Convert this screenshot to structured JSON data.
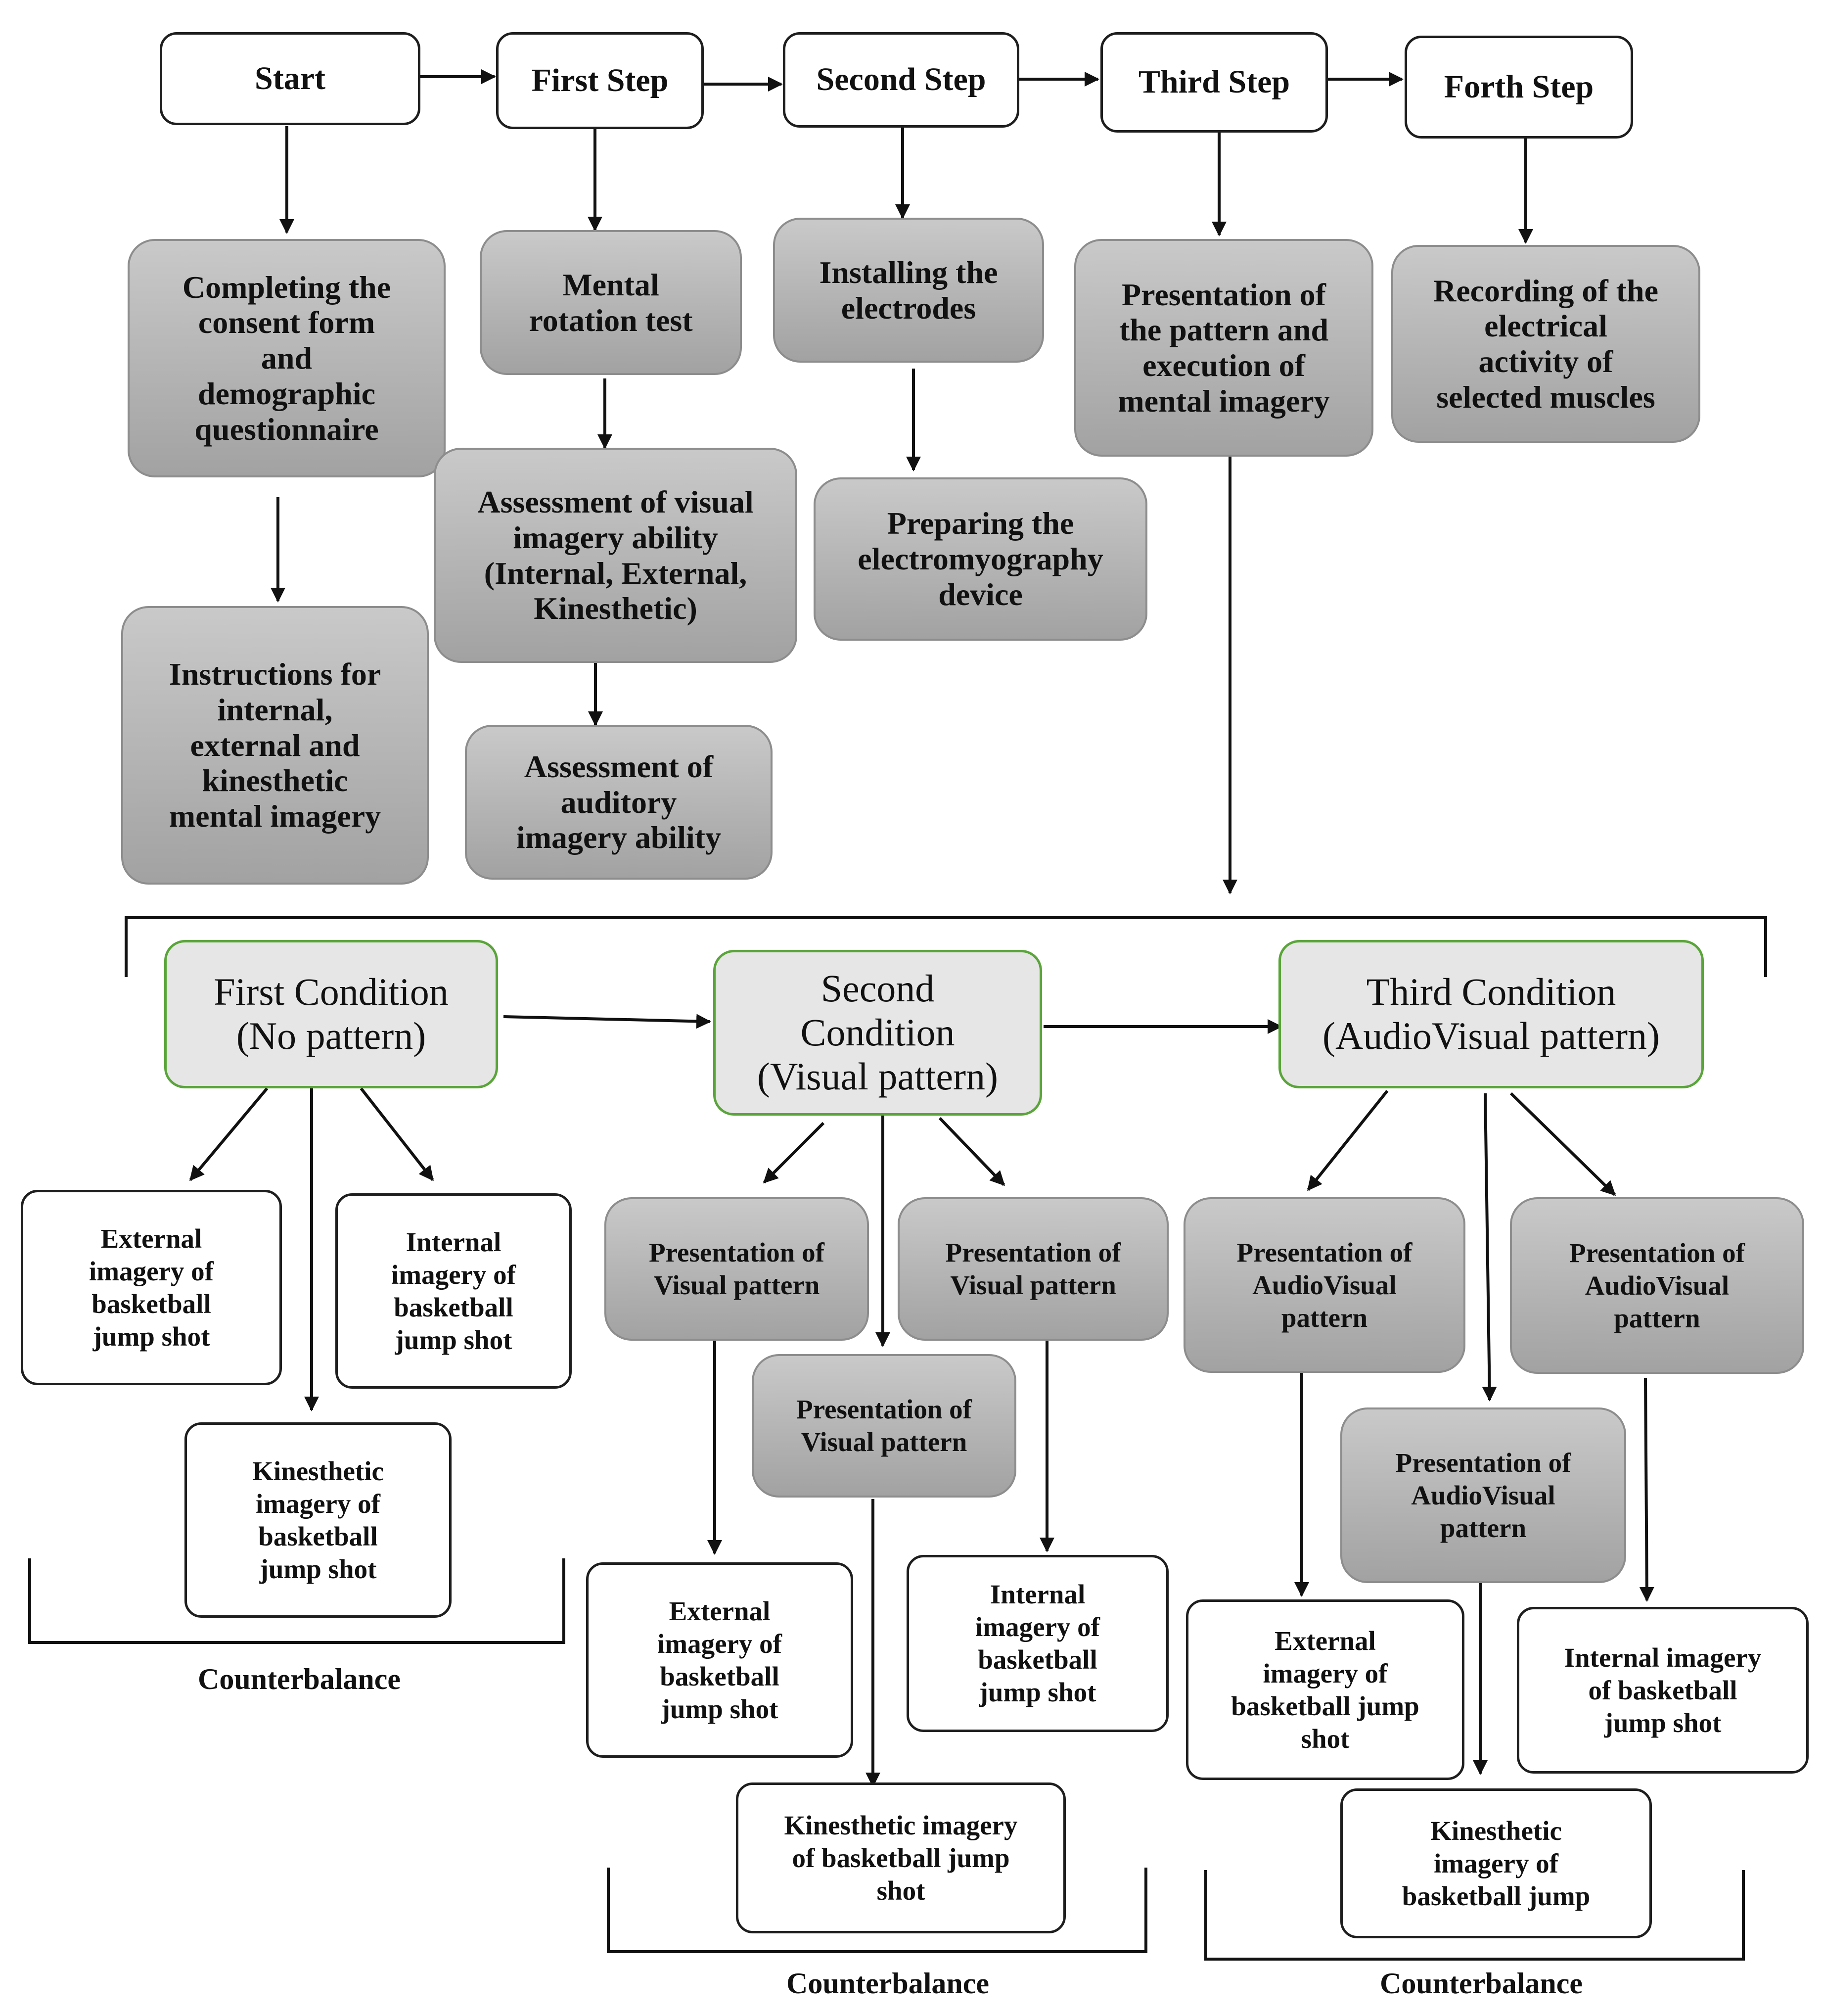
{
  "steps": {
    "start": "Start",
    "first": "First Step",
    "second": "Second Step",
    "third": "Third Step",
    "forth": "Forth Step"
  },
  "procedures": {
    "consent": [
      "Completing the",
      "consent form",
      "and",
      "demographic",
      "questionnaire"
    ],
    "instructions": [
      "Instructions for",
      "internal,",
      "external and",
      "kinesthetic",
      "mental imagery"
    ],
    "mental_rotation": [
      "Mental",
      "rotation test"
    ],
    "visual_ability": [
      "Assessment of visual",
      "imagery ability",
      "(Internal, External,",
      "Kinesthetic)"
    ],
    "auditory_ability": [
      "Assessment of",
      "auditory",
      "imagery ability"
    ],
    "electrodes": [
      "Installing the",
      "electrodes"
    ],
    "emg_device": [
      "Preparing the",
      "electromyography",
      "device"
    ],
    "pattern_execution": [
      "Presentation of",
      "the pattern and",
      "execution of",
      "mental imagery"
    ],
    "recording": [
      "Recording of the",
      "electrical",
      "activity of",
      "selected muscles"
    ]
  },
  "conditions": {
    "first": [
      "First Condition",
      "(No pattern)"
    ],
    "second": [
      "Second",
      "Condition",
      "(Visual pattern)"
    ],
    "third": [
      "Third Condition",
      "(AudioVisual pattern)"
    ]
  },
  "cond1": {
    "external": [
      "External",
      "imagery of",
      "basketball",
      "jump shot"
    ],
    "internal": [
      "Internal",
      "imagery of",
      "basketball",
      "jump shot"
    ],
    "kinesthetic": [
      "Kinesthetic",
      "imagery of",
      "basketball",
      "jump shot"
    ]
  },
  "cond2": {
    "pres_left": [
      "Presentation of",
      "Visual pattern"
    ],
    "pres_right": [
      "Presentation of",
      "Visual pattern"
    ],
    "pres_mid": [
      "Presentation of",
      "Visual pattern"
    ],
    "external": [
      "External",
      "imagery of",
      "basketball",
      "jump shot"
    ],
    "internal": [
      "Internal",
      "imagery of",
      "basketball",
      "jump shot"
    ],
    "kinesthetic": [
      "Kinesthetic imagery",
      "of basketball jump",
      "shot"
    ]
  },
  "cond3": {
    "pres_left": [
      "Presentation of",
      "AudioVisual",
      "pattern"
    ],
    "pres_right": [
      "Presentation of",
      "AudioVisual",
      "pattern"
    ],
    "pres_mid": [
      "Presentation of",
      "AudioVisual",
      "pattern"
    ],
    "external": [
      "External",
      "imagery of",
      "basketball jump",
      "shot"
    ],
    "internal": [
      "Internal imagery",
      "of basketball",
      "jump shot"
    ],
    "kinesthetic": [
      "Kinesthetic",
      "imagery of",
      "basketball jump"
    ]
  },
  "counterbalance": {
    "left": "Counterbalance",
    "middle": "Counterbalance",
    "right": "Counterbalance"
  }
}
